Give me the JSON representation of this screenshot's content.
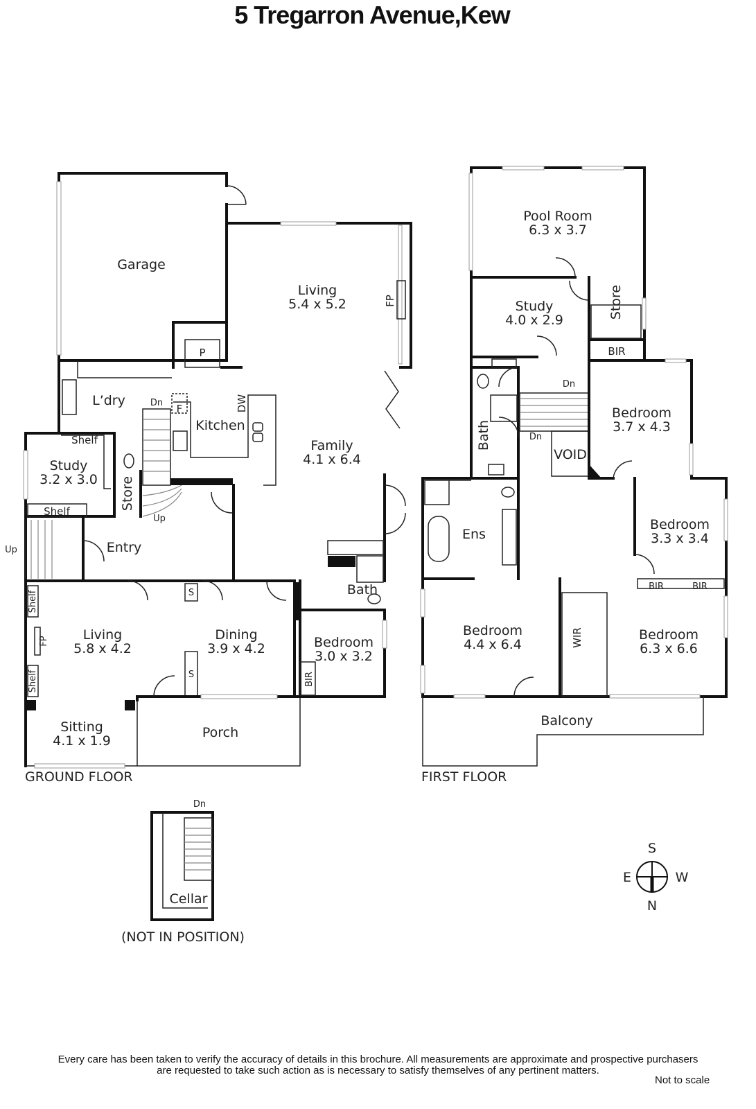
{
  "title": "5 Tregarron Avenue,Kew",
  "ground_floor": {
    "label": "GROUND FLOOR",
    "rooms": {
      "garage": {
        "name": "Garage"
      },
      "living_upper": {
        "name": "Living",
        "dims": "5.4 x 5.2"
      },
      "laundry": {
        "name": "L’dry"
      },
      "kitchen": {
        "name": "Kitchen"
      },
      "family": {
        "name": "Family",
        "dims": "4.1 x 6.4"
      },
      "study": {
        "name": "Study",
        "dims": "3.2 x 3.0"
      },
      "store": {
        "name": "Store"
      },
      "entry": {
        "name": "Entry"
      },
      "living": {
        "name": "Living",
        "dims": "5.8 x 4.2"
      },
      "dining": {
        "name": "Dining",
        "dims": "3.9 x 4.2"
      },
      "bath": {
        "name": "Bath"
      },
      "bedroom": {
        "name": "Bedroom",
        "dims": "3.0 x 3.2"
      },
      "sitting": {
        "name": "Sitting",
        "dims": "4.1 x 1.9"
      },
      "porch": {
        "name": "Porch"
      }
    },
    "marks": {
      "fp": "FP",
      "p": "P",
      "f": "F",
      "dw": "DW",
      "dn": "Dn",
      "up": "Up",
      "up_ext": "Up",
      "shelf": "Shelf",
      "s": "S",
      "bir": "BIR"
    }
  },
  "first_floor": {
    "label": "FIRST FLOOR",
    "rooms": {
      "pool_room": {
        "name": "Pool Room",
        "dims": "6.3 x 3.7"
      },
      "study": {
        "name": "Study",
        "dims": "4.0 x 2.9"
      },
      "store": {
        "name": "Store"
      },
      "bir": {
        "name": "BIR"
      },
      "bath": {
        "name": "Bath"
      },
      "void": {
        "name": "VOID"
      },
      "bedroom1": {
        "name": "Bedroom",
        "dims": "3.7 x 4.3"
      },
      "ens": {
        "name": "Ens"
      },
      "bedroom2": {
        "name": "Bedroom",
        "dims": "3.3 x 3.4"
      },
      "bedroom3": {
        "name": "Bedroom",
        "dims": "4.4 x 6.4"
      },
      "wir": {
        "name": "WIR"
      },
      "bedroom4": {
        "name": "Bedroom",
        "dims": "6.3 x 6.6"
      },
      "balcony": {
        "name": "Balcony"
      }
    },
    "marks": {
      "dn": "Dn",
      "bir": "BIR"
    }
  },
  "cellar": {
    "name": "Cellar",
    "dn": "Dn",
    "note": "(NOT IN POSITION)"
  },
  "compass": {
    "s": "S",
    "e": "E",
    "w": "W",
    "n": "N"
  },
  "disclaimer": {
    "line1": "Every care has been taken to verify the accuracy of details in this brochure.  All measurements are approximate and prospective purchasers",
    "line2": "are requested to take such action as is necessary to satisfy themselves of any pertinent matters.",
    "scale": "Not to scale"
  }
}
